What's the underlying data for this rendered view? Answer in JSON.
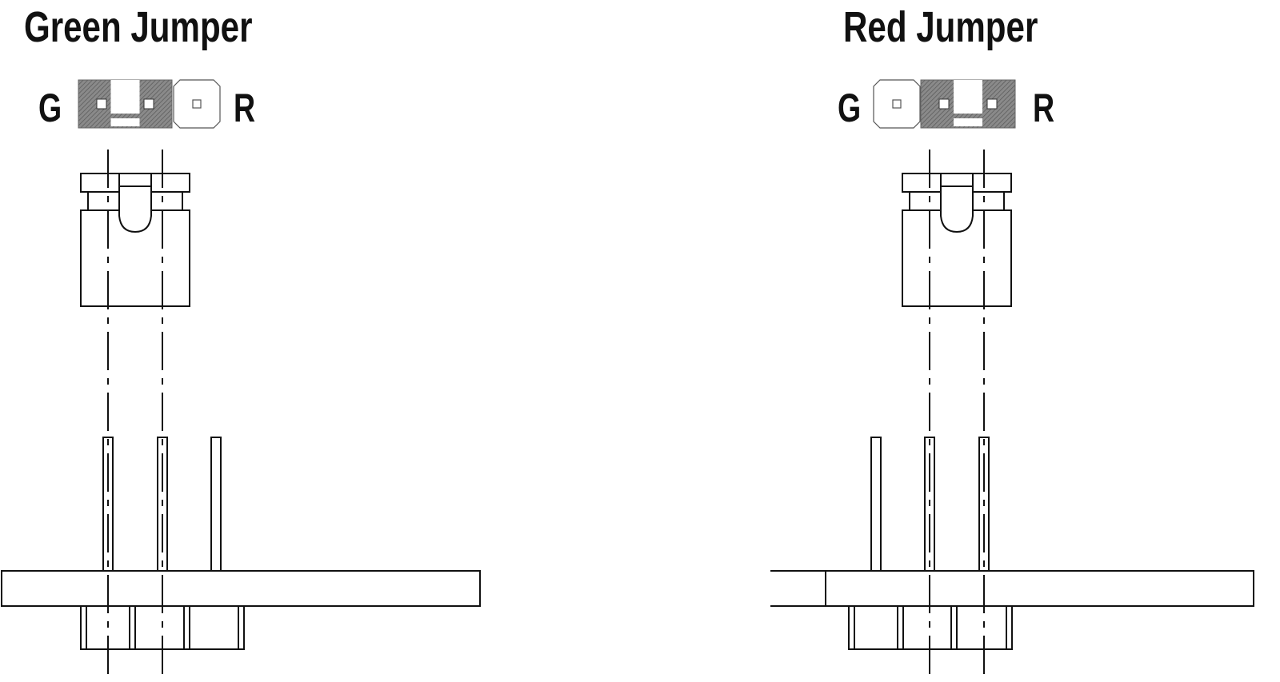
{
  "diagrams": [
    {
      "title": "Green Jumper",
      "left_label": "G",
      "right_label": "R",
      "jumper_on_pins": [
        1,
        2
      ]
    },
    {
      "title": "Red Jumper",
      "left_label": "G",
      "right_label": "R",
      "jumper_on_pins": [
        2,
        3
      ]
    }
  ],
  "colors": {
    "jumper_fill": "#7a7a7a",
    "line": "#111111"
  }
}
